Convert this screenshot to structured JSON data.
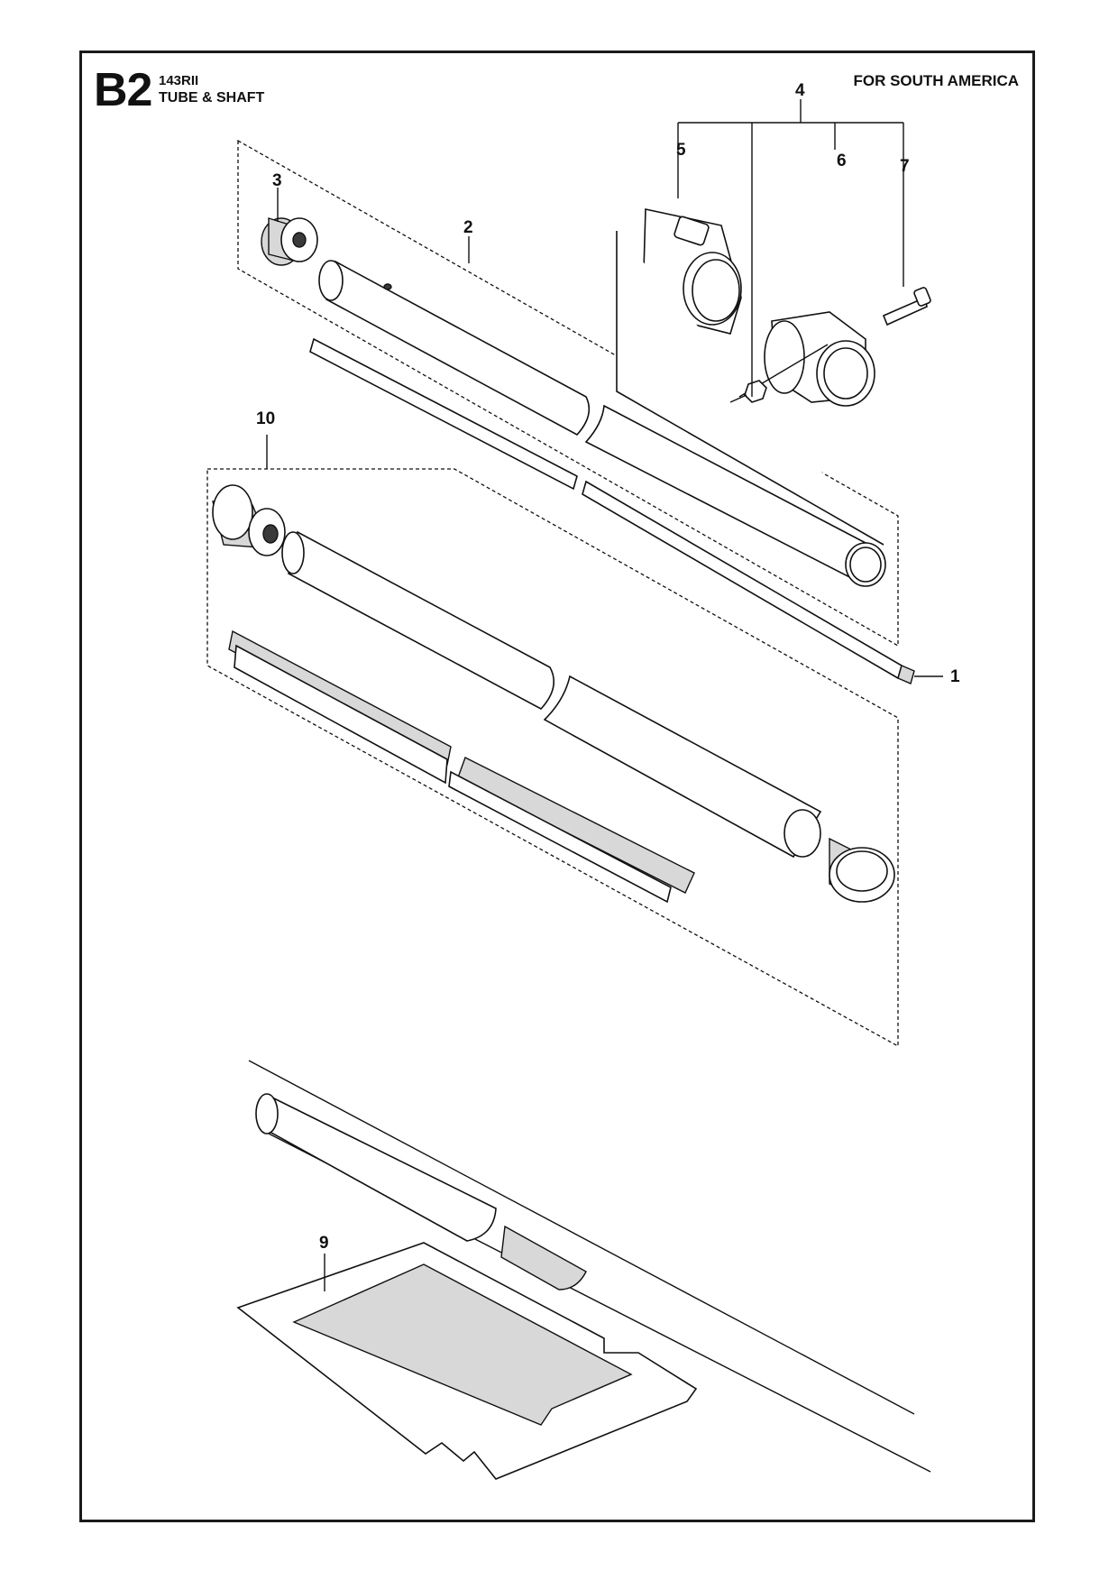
{
  "header": {
    "section_code": "B2",
    "model": "143RII",
    "section_title": "TUBE & SHAFT",
    "region_note": "FOR SOUTH AMERICA"
  },
  "part_callouts": [
    "1",
    "2",
    "3",
    "4",
    "5",
    "6",
    "7",
    "9",
    "10"
  ],
  "icons": {
    "parts": [
      "drive-shaft",
      "tube",
      "bushing",
      "handle-clamp",
      "clamp-half",
      "clamp-half",
      "screw",
      "nut",
      "decal",
      "tube-assembly"
    ]
  }
}
